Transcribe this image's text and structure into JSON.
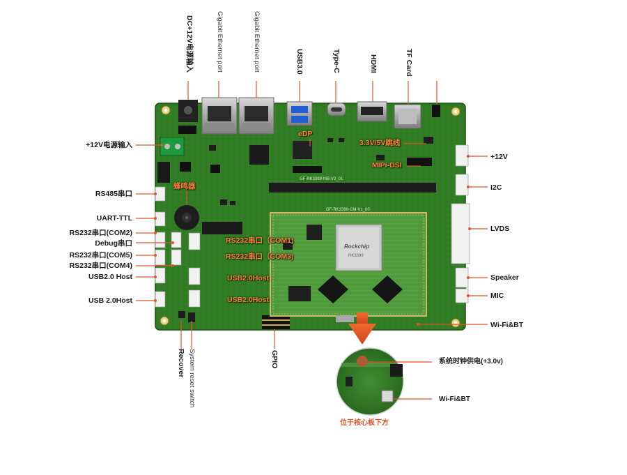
{
  "labels": {
    "dc_input_top": "DC+12V电源输入",
    "gbe_port_1": "Gigabit Ethernet port",
    "gbe_port_2": "Gigabit Ethernet port",
    "usb3": "USB3.0",
    "typec": "Type-C",
    "hdmi": "HDMI",
    "tf_card": "TF Card",
    "dc12_left": "+12V电源输入",
    "rs485": "RS485串口",
    "uart_ttl": "UART-TTL",
    "rs232_com2": "RS232串口(COM2)",
    "debug": "Debug串口",
    "rs232_com5": "RS232串口(COM5)",
    "rs232_com4": "RS232串口(COM4)",
    "usb20_host_1": "USB2.0 Host",
    "usb20_host_2": "USB 2.0Host",
    "plus12v_right": "+12V",
    "i2c": "I2C",
    "lvds": "LVDS",
    "speaker": "Speaker",
    "mic": "MIC",
    "wifi_bt_right": "Wi-Fi&BT",
    "recover": "Recover",
    "reset_switch": "System reset switch",
    "gpio": "GPIO"
  },
  "board_labels": {
    "edp": "eDP",
    "jumper": "3.3V/5V跳线",
    "mipi_dsi": "MIPI-DSI",
    "buzzer": "蜂鸣器",
    "rs232_com1": "RS232串口（COM1)",
    "rs232_com3": "RS232串口（COM3)",
    "usb_host_a": "USB2.0Host",
    "usb_host_b": "USB2.0Host"
  },
  "silkscreen": {
    "baseboard_model": "GF-RK3399-MB-V2_01",
    "core_model": "GF-RK3399-CM-V1_00",
    "chip_brand": "Rockchip",
    "chip_part": "RK3399"
  },
  "inset": {
    "rtc_power": "系统时钟供电(+3.0v)",
    "wifi_bt": "Wi-Fi&BT",
    "caption": "位于核心板下方"
  },
  "colors": {
    "board_green": "#2f7a22",
    "core_green": "#4e9a3c",
    "accent_orange": "#e0552a",
    "leader_line": "#e0552a"
  }
}
